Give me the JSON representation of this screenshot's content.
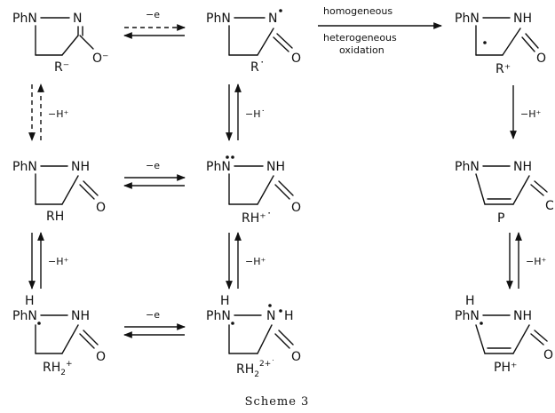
{
  "atoms": {
    "phn": "PhN",
    "n": "N",
    "nh": "NH",
    "o": "O",
    "o_minus": "O⁻",
    "h": "H",
    "c_cut": "C"
  },
  "species": {
    "r_minus": "R⁻",
    "r_rad": "R˙",
    "r_cat": "R⁺",
    "rh": "RH",
    "rh_rad_cat": "RH⁺˙",
    "rh2": "RH",
    "rh2_sub": "2",
    "rh2_sup": "+",
    "rh2_dication": "RH",
    "rh2_dication_sub": "2",
    "rh2_dication_sup": "2+˙",
    "p": "P",
    "ph_cat": "PH⁺"
  },
  "steps": {
    "minus_e": "−e",
    "minus_h": "−H⁺",
    "minus_h_rad": "−H˙",
    "homogeneous": "homogeneous",
    "heterogeneous": "heterogeneous",
    "oxidation": "oxidation"
  },
  "caption": "Scheme 3"
}
